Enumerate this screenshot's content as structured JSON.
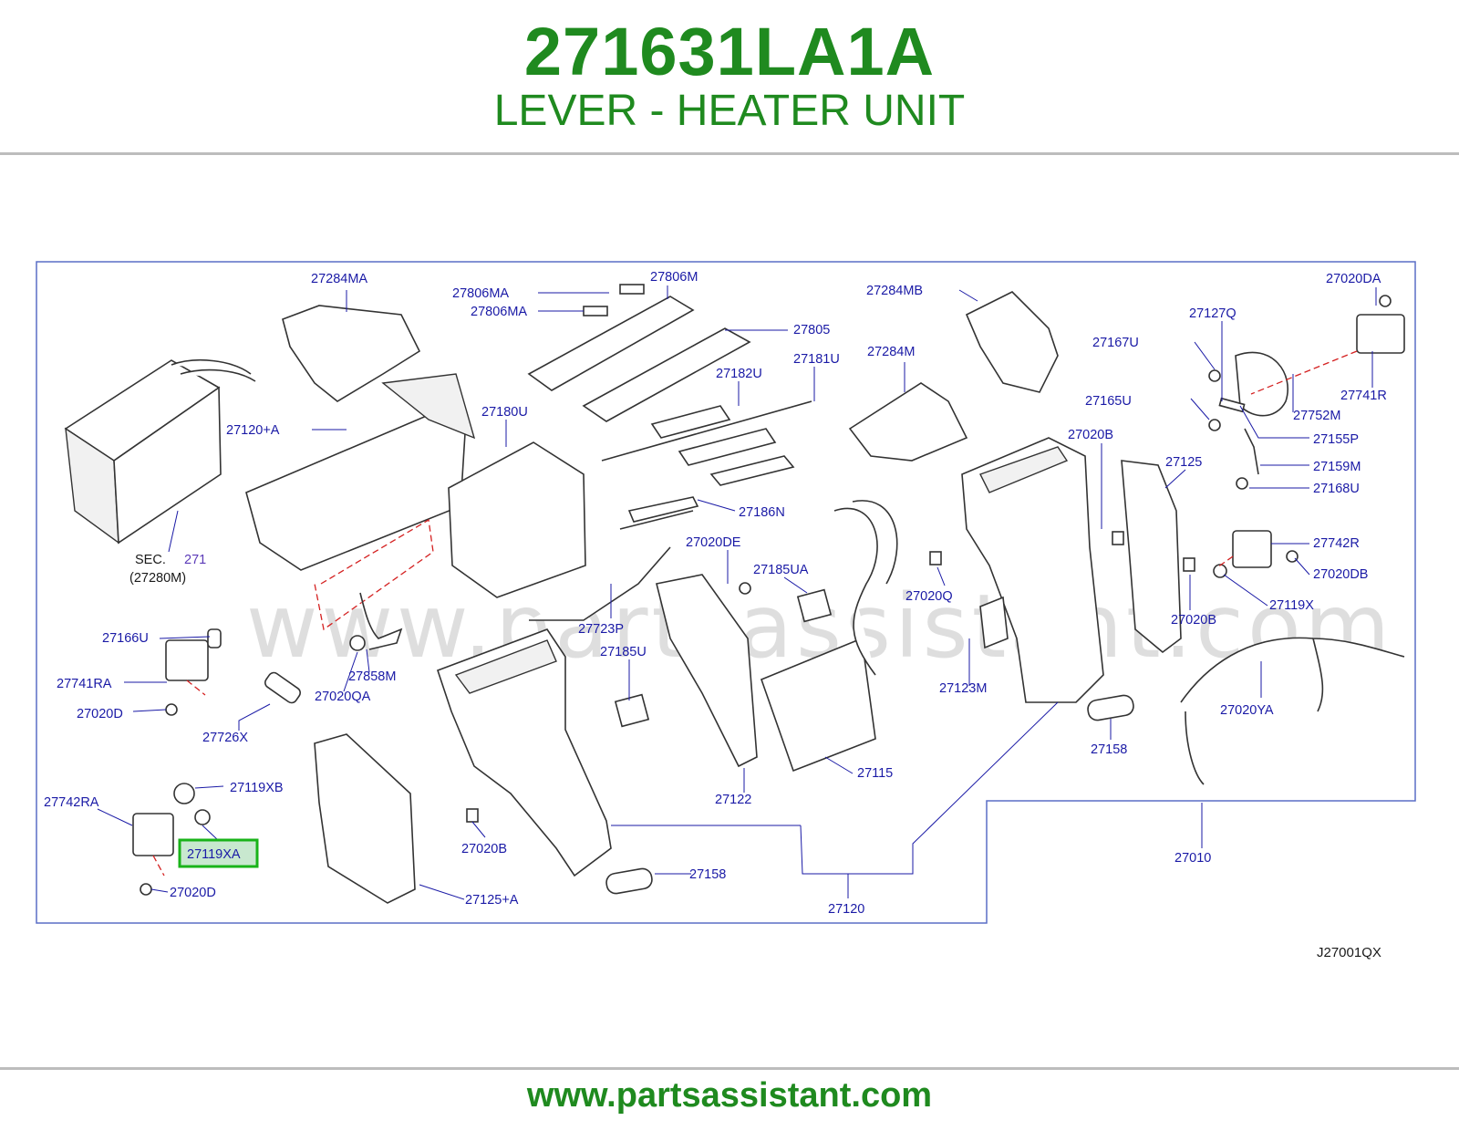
{
  "header": {
    "part_number": "271631LA1A",
    "part_name": "LEVER - HEATER UNIT"
  },
  "footer": {
    "url": "www.partsassistant.com"
  },
  "diagram": {
    "watermark": "www.partsassistant.com",
    "drawing_code": "J27001QX",
    "highlighted_part": "27119XA",
    "highlight_color": "#19b319",
    "sec_label": {
      "sec": "SEC.",
      "num": "271",
      "sub": "(27280M)"
    },
    "labels": {
      "l_27284MA": "27284MA",
      "l_27806MA_a": "27806MA",
      "l_27806MA_b": "27806MA",
      "l_27806M": "27806M",
      "l_27805": "27805",
      "l_27284MB": "27284MB",
      "l_27020DA": "27020DA",
      "l_27127Q": "27127Q",
      "l_27167U": "27167U",
      "l_27741R": "27741R",
      "l_27752M": "27752M",
      "l_27165U": "27165U",
      "l_27155P": "27155P",
      "l_27159M": "27159M",
      "l_27168U": "27168U",
      "l_27284M": "27284M",
      "l_27182U": "27182U",
      "l_27181U": "27181U",
      "l_27120A": "27120+A",
      "l_27180U": "27180U",
      "l_27186N": "27186N",
      "l_27020B_a": "27020B",
      "l_27125": "27125",
      "l_27742R": "27742R",
      "l_27020DB": "27020DB",
      "l_27119X": "27119X",
      "l_27020DE": "27020DE",
      "l_27185UA": "27185UA",
      "l_27020Q": "27020Q",
      "l_27020B_b": "27020B",
      "l_27166U": "27166U",
      "l_27723P": "27723P",
      "l_27185U": "27185U",
      "l_27741RA": "27741RA",
      "l_27858M": "27858M",
      "l_27020QA": "27020QA",
      "l_27123M": "27123M",
      "l_27020YA": "27020YA",
      "l_27020D_a": "27020D",
      "l_27726X": "27726X",
      "l_27158_a": "27158",
      "l_27115": "27115",
      "l_27122": "27122",
      "l_27119XB": "27119XB",
      "l_27742RA": "27742RA",
      "l_27119XA": "27119XA",
      "l_27020B_c": "27020B",
      "l_27158_b": "27158",
      "l_27010": "27010",
      "l_27020D_b": "27020D",
      "l_27125A": "27125+A",
      "l_27120": "27120"
    }
  }
}
